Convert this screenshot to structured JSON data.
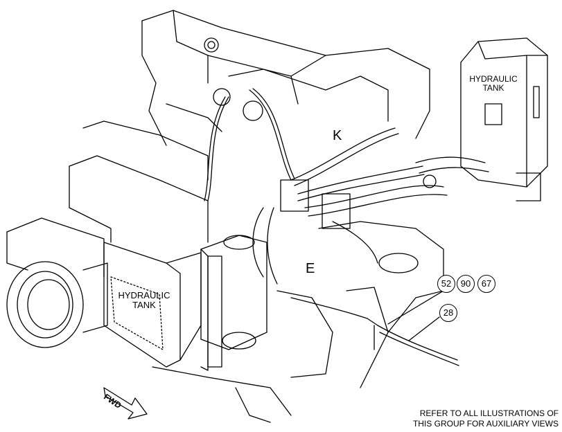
{
  "labels": {
    "tank_upper": [
      "HYDRAULIC",
      "TANK"
    ],
    "tank_lower": [
      "HYDRAULIC",
      "TANK"
    ],
    "view_k": "K",
    "view_e": "E"
  },
  "callouts": [
    "52",
    "90",
    "67",
    "28"
  ],
  "direction_arrow": "FWD",
  "note_lines": [
    "REFER TO ALL ILLUSTRATIONS OF",
    "THIS GROUP FOR AUXILIARY VIEWS"
  ]
}
